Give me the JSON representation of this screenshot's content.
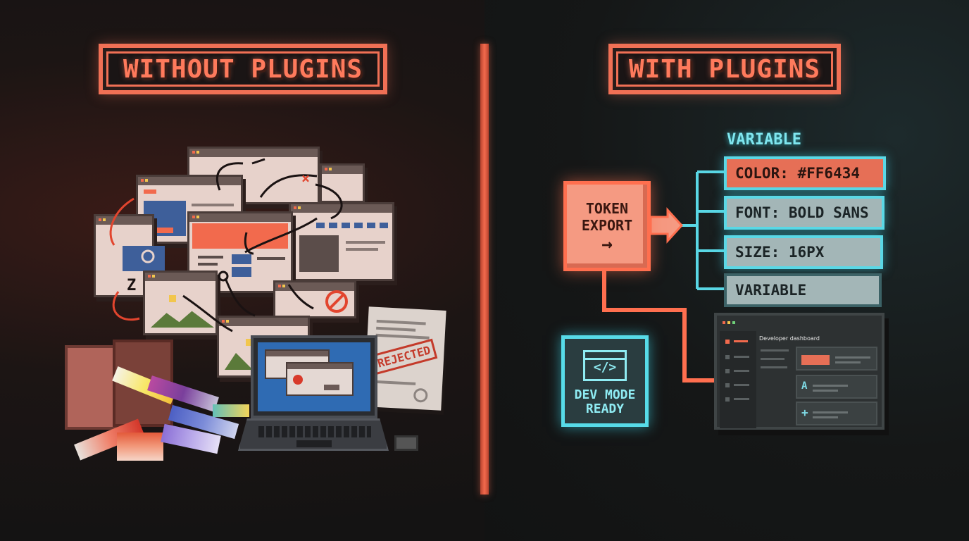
{
  "left": {
    "title": "WITHOUT PLUGINS",
    "stamp": "REJECTED"
  },
  "right": {
    "title": "WITH PLUGINS",
    "token_box": {
      "line1": "TOKEN",
      "line2": "EXPORT",
      "arrow": "→"
    },
    "variable_heading": "VARIABLE",
    "properties": [
      {
        "label": "COLOR: #FF6434"
      },
      {
        "label": "FONT: BOLD SANS"
      },
      {
        "label": "SIZE: 16PX"
      },
      {
        "label": "VARIABLE"
      }
    ],
    "dev_mode": {
      "icon": "</>",
      "line1": "DEV MODE",
      "line2": "READY"
    },
    "dashboard_title": "Developer dashboard"
  },
  "colors": {
    "accent_orange": "#ff6f4f",
    "accent_cyan": "#5ad8e6",
    "background": "#141313"
  }
}
